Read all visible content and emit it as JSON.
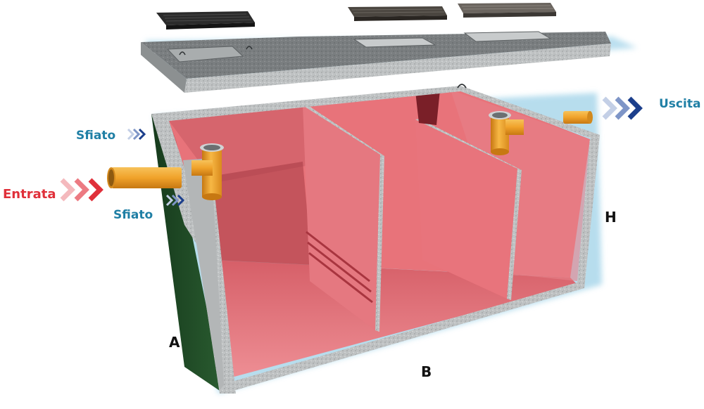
{
  "labels": {
    "inlet": "Entrata",
    "outlet": "Uscita",
    "vent_upper": "Sfiato",
    "vent_lower": "Sfiato",
    "dim_a": "A",
    "dim_b": "B",
    "dim_h": "H"
  },
  "colors": {
    "interior": "#e8737a",
    "concrete": "#b9bcbd",
    "outer_wall": "#1e4a24",
    "pipe": "#f0a22a",
    "inlet_arrows": "#e0303a",
    "outlet_arrows": "#1c3f8c",
    "vent_arrows": "#1c3f8c"
  },
  "icons": [
    "inlet-chevron-icon",
    "outlet-chevron-icon",
    "vent-chevron-icon"
  ]
}
